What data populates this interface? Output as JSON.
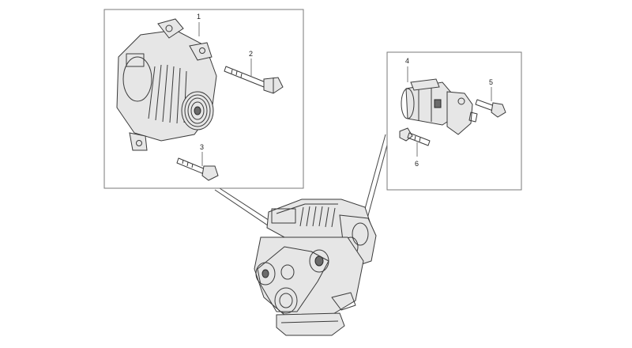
{
  "callouts": {
    "c1": "1",
    "c2": "2",
    "c3": "3",
    "c4": "4",
    "c5": "5",
    "c6": "6"
  },
  "parts": {
    "alternator": "alternator-icon",
    "bolt_long": "bolt-icon",
    "starter": "starter-motor-icon",
    "engine": "engine-icon"
  },
  "colors": {
    "line": "#3a3a3a",
    "frame": "#7a7a7a",
    "fill_light": "#e6e6e6",
    "fill_dark": "#6b6b6b"
  }
}
